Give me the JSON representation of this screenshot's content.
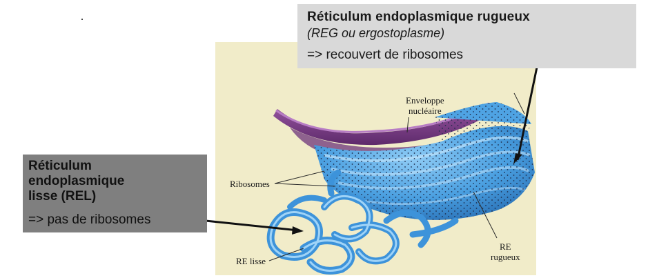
{
  "callouts": {
    "reg": {
      "title": "Réticulum endoplasmique rugueux",
      "subtitle": "(REG ou ergostoplasme)",
      "note": "=>  recouvert de ribosomes"
    },
    "rel": {
      "title": "Réticulum\nendoplasmique\nlisse (REL)",
      "note": "=> pas de ribosomes"
    }
  },
  "figure_labels": {
    "envelope": "Enveloppe\nnucléaire",
    "ribosomes": "Ribosomes",
    "re_rugueux": "RE\nrugueux",
    "re_lisse": "RE lisse"
  },
  "colors": {
    "background_figure": "#f1ecc9",
    "nucleus": "#7b3c86",
    "er_blue": "#3f96dc",
    "er_light": "#8cc6f2",
    "box_reg": "#d9d9d9",
    "box_rel": "#7f7f7f"
  }
}
